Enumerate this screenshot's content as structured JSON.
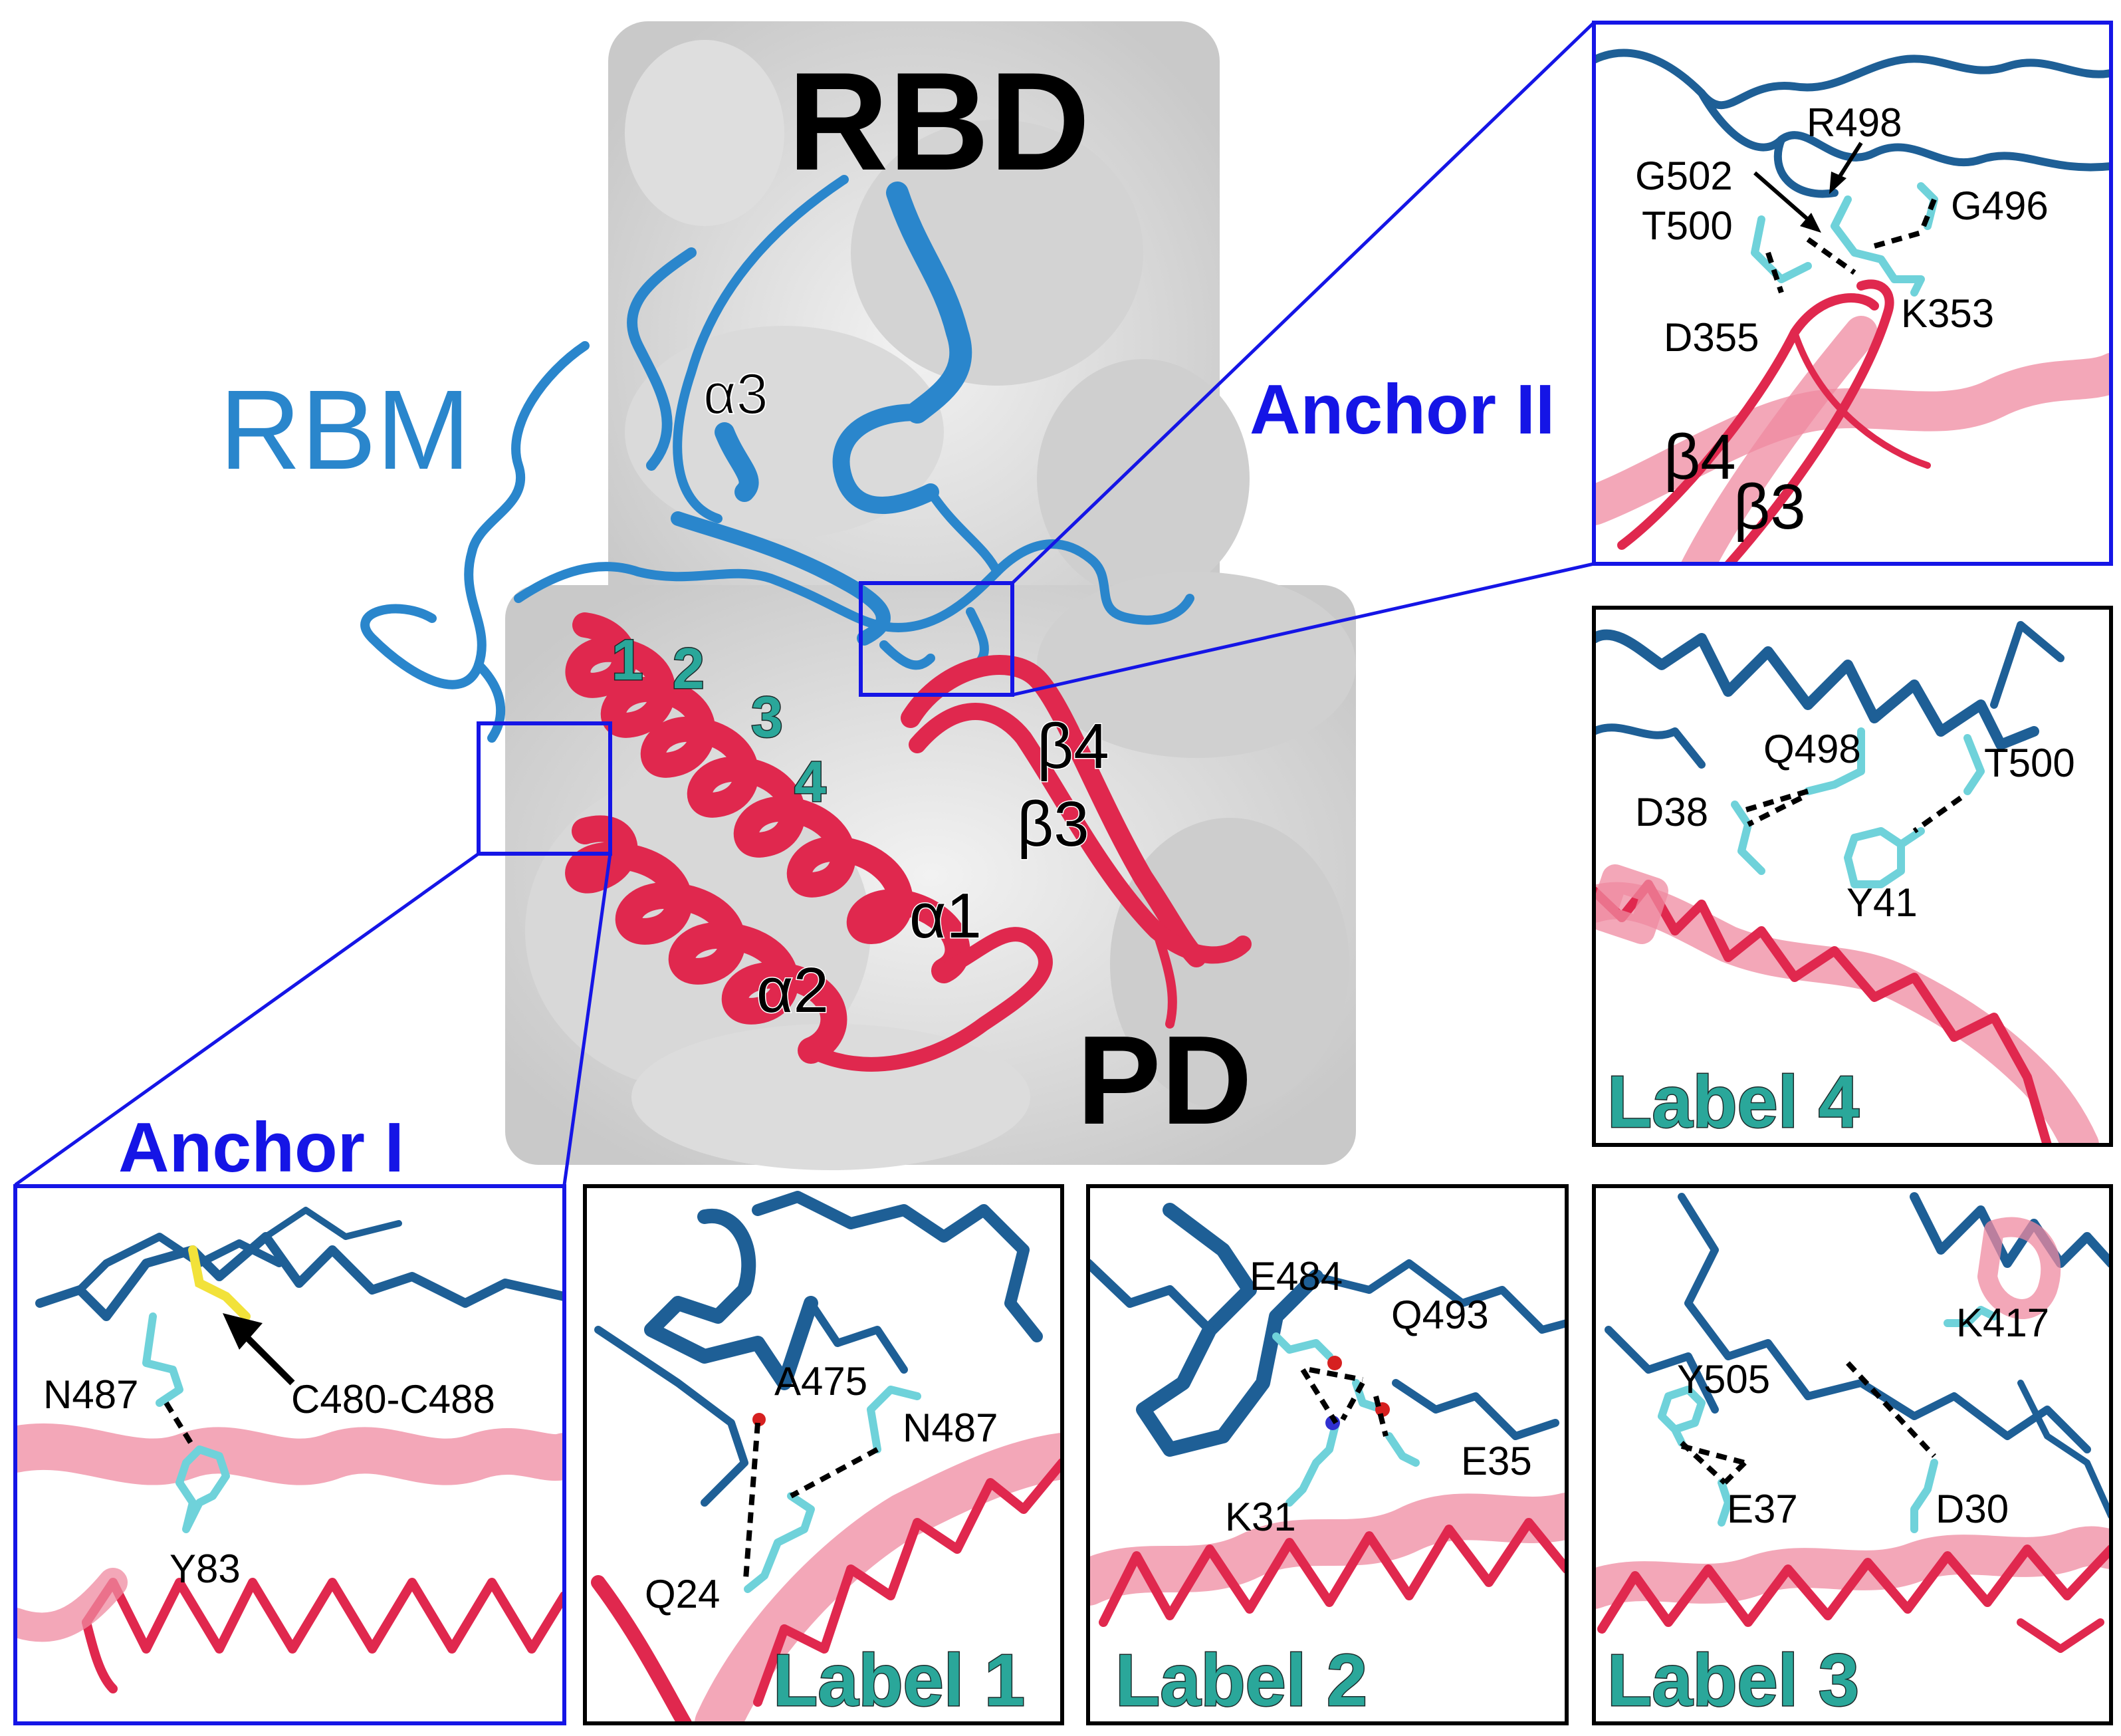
{
  "main": {
    "rbd": "RBD",
    "pd": "PD",
    "rbm": "RBM",
    "alpha1": "α1",
    "alpha2": "α2",
    "alpha3": "α3",
    "beta3": "β3",
    "beta4": "β4",
    "helix_positions": [
      "1",
      "2",
      "3",
      "4"
    ]
  },
  "anchor1": {
    "title": "Anchor I",
    "residues": [
      "N487",
      "C480-C488",
      "Y83"
    ]
  },
  "anchor2": {
    "title": "Anchor II",
    "residues": [
      "R498",
      "G502",
      "G496",
      "T500",
      "K353",
      "D355"
    ],
    "strands": [
      "β4",
      "β3"
    ]
  },
  "label1": {
    "title": "Label 1",
    "residues": [
      "A475",
      "N487",
      "Q24"
    ]
  },
  "label2": {
    "title": "Label 2",
    "residues": [
      "E484",
      "Q493",
      "E35",
      "K31"
    ]
  },
  "label3": {
    "title": "Label 3",
    "residues": [
      "K417",
      "Y505",
      "E37",
      "D30"
    ]
  },
  "label4": {
    "title": "Label 4",
    "residues": [
      "Q498",
      "T500",
      "D38",
      "Y41"
    ]
  },
  "colors": {
    "anchor_frame": "#1515e6",
    "label_frame": "#000000",
    "rbm_blue": "#2a86cc",
    "ace2_red": "#e0284e",
    "label_teal": "#2aa79a"
  }
}
